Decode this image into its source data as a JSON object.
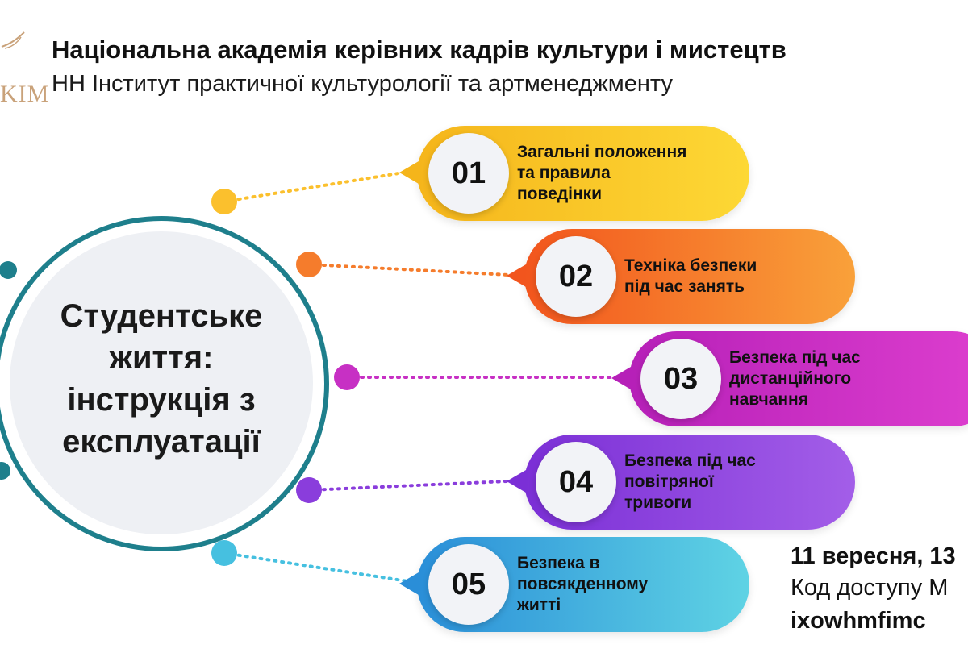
{
  "header": {
    "logo_text": "KIM",
    "title": "Національна академія керівних кадрів культури і мистецтв",
    "subtitle": "НН Інститут практичної культурології та артменеджменту"
  },
  "center": {
    "lines": [
      "Студентське",
      "життя:",
      "інструкція з",
      "експлуатації"
    ]
  },
  "items": [
    {
      "num": "01",
      "lines": [
        "Загальні положення",
        "та правила",
        "поведінки"
      ],
      "color_start": "#f5b51b",
      "color_end": "#fdd835",
      "dot": "#fbc02d"
    },
    {
      "num": "02",
      "lines": [
        "Техніка безпеки",
        "під час занять"
      ],
      "color_start": "#f2551d",
      "color_end": "#f9a13a",
      "dot": "#f57c2c"
    },
    {
      "num": "03",
      "lines": [
        "Безпека під час",
        "дистанційного",
        "навчання"
      ],
      "color_start": "#b620b8",
      "color_end": "#de3fcf",
      "dot": "#c730c4"
    },
    {
      "num": "04",
      "lines": [
        "Безпека під час",
        "повітряної",
        "тривоги"
      ],
      "color_start": "#7b2fd6",
      "color_end": "#a35ee8",
      "dot": "#8a3ddc"
    },
    {
      "num": "05",
      "lines": [
        "Безпека в",
        "повсякденному",
        "житті"
      ],
      "color_start": "#2a8ed8",
      "color_end": "#5fd3e4",
      "dot": "#46c0e0"
    }
  ],
  "ring_color": "#1e7f8c",
  "footer": {
    "date": "11 вересня, 13",
    "access_code": "Код доступу М",
    "meeting_id": "ixowhmfimc"
  }
}
